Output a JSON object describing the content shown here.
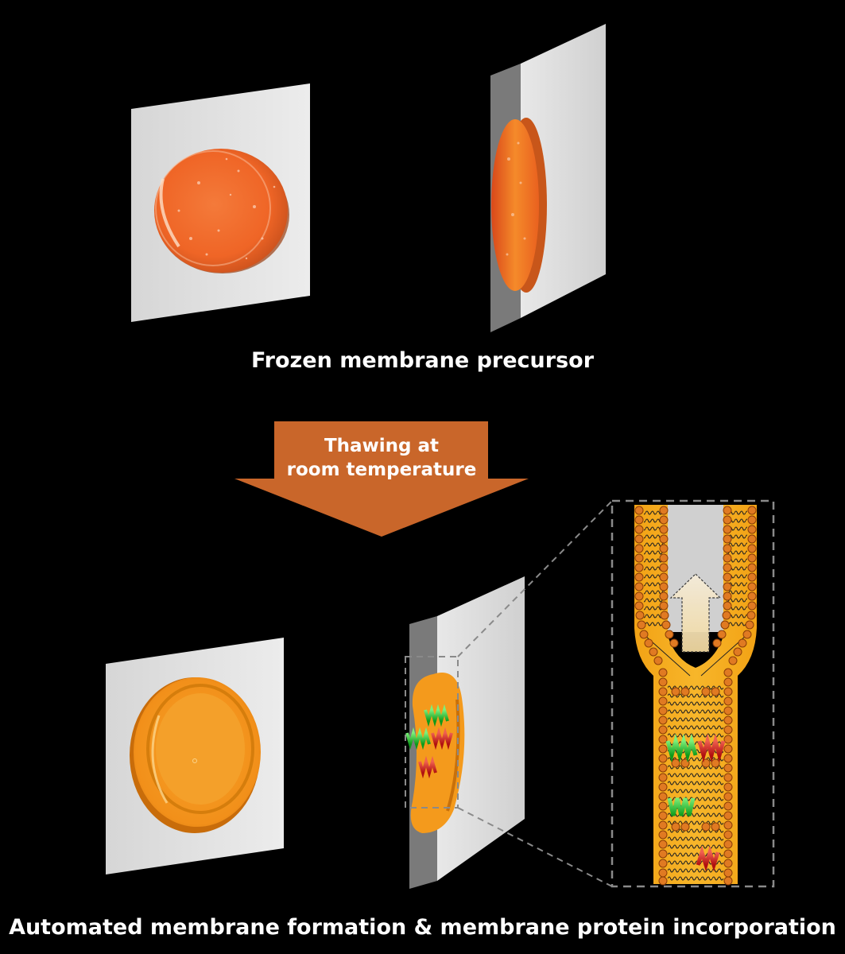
{
  "labels": {
    "top_caption": "Frozen membrane precursor",
    "arrow_line1": "Thawing at",
    "arrow_line2": "room temperature",
    "bottom_caption": "Automated membrane formation & membrane protein incorporation"
  },
  "colors": {
    "background": "#000000",
    "arrow": "#c9662a",
    "panel": "#e2e2e2",
    "frozen_disc": "#f06a2a",
    "membrane": "#f39a1e",
    "lipid_head": "#e07a22",
    "protein_green": "#22c22a",
    "protein_red": "#d4231a",
    "zoom_border": "#8a8a8a"
  }
}
